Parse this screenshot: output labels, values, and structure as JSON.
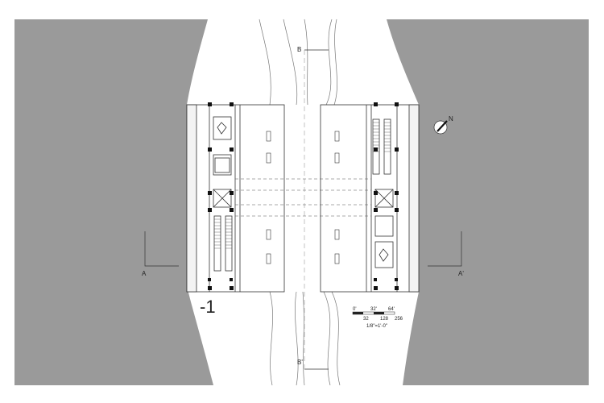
{
  "level_label": "-1",
  "section_markers": {
    "a_left": "A",
    "a_right": "A'",
    "b_top": "B",
    "b_bottom": "B'"
  },
  "north_label": "N",
  "scale_bar": {
    "ticks_top": [
      "0'",
      "32'",
      "64'"
    ],
    "ticks_bottom": [
      "32",
      "128",
      "256"
    ],
    "caption": "1/8\"=1'-0\""
  },
  "colors": {
    "ground": "#9a9a9a",
    "paper": "#ffffff",
    "line": "#333333"
  }
}
